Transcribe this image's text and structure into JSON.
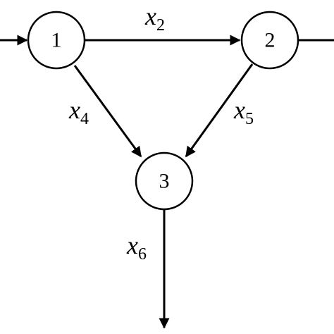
{
  "nodes": [
    {
      "id": "n1",
      "label": "1"
    },
    {
      "id": "n2",
      "label": "2"
    },
    {
      "id": "n3",
      "label": "3"
    }
  ],
  "edges": [
    {
      "id": "e1",
      "from": "",
      "to": "n1",
      "var": "",
      "sub": ""
    },
    {
      "id": "e2",
      "from": "n1",
      "to": "n2",
      "var": "x",
      "sub": "2"
    },
    {
      "id": "e3",
      "from": "n2",
      "to": "",
      "var": "",
      "sub": ""
    },
    {
      "id": "e4",
      "from": "n1",
      "to": "n3",
      "var": "x",
      "sub": "4"
    },
    {
      "id": "e5",
      "from": "n2",
      "to": "n3",
      "var": "x",
      "sub": "5"
    },
    {
      "id": "e6",
      "from": "n3",
      "to": "",
      "var": "x",
      "sub": "6"
    }
  ],
  "colors": {
    "stroke": "#000000",
    "background": "#ffffff"
  }
}
